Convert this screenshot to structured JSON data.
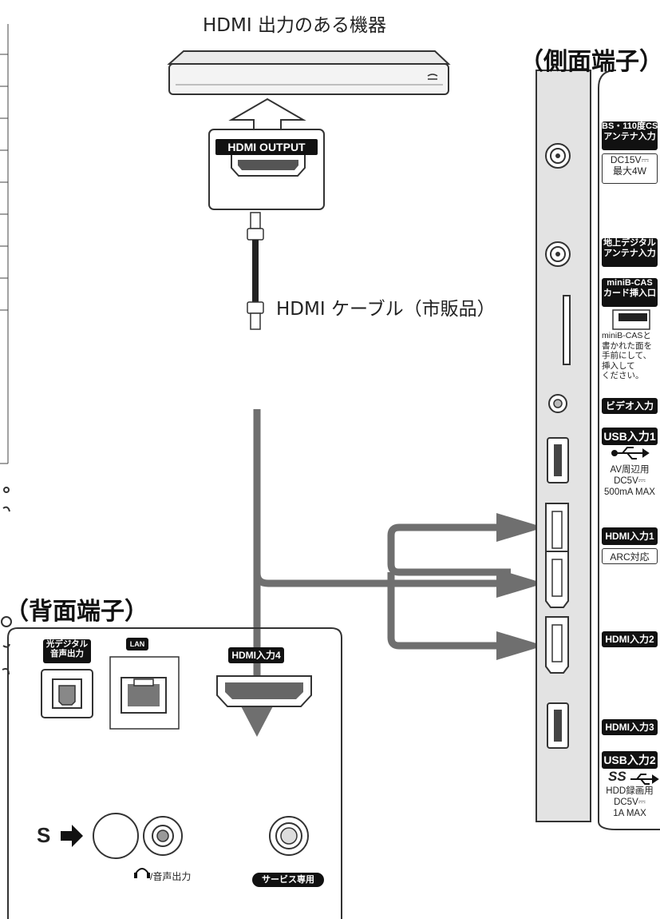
{
  "device_title": "HDMI 出力のある機器",
  "hdmi_output_label": "HDMI OUTPUT",
  "cable_label": "HDMI ケーブル（市販品）",
  "side_title": "（側面端子）",
  "back_title": "（背面端子）",
  "side_labels": {
    "bs_cs": "BS・110度CS\nアンテナ入力",
    "bs_cs_note": "DC15V⎓\n最大4W",
    "terrestrial": "地上デジタル\nアンテナ入力",
    "mini_bcas": "miniB-CAS\nカード挿入口",
    "mini_bcas_note": "miniB-CASと\n書かれた面を\n手前にして、\n挿入して\nください。",
    "video_in": "ビデオ入力",
    "usb1": "USB入力1",
    "usb1_note": "AV周辺用\nDC5V⎓\n500mA MAX",
    "hdmi1": "HDMI入力1",
    "hdmi1_note": "ARC対応",
    "hdmi2": "HDMI入力2",
    "hdmi3": "HDMI入力3",
    "usb2": "USB入力2",
    "usb2_ss": "SS",
    "usb2_note": "HDD録画用\nDC5V⎓\n1A MAX"
  },
  "back_labels": {
    "optical": "光デジタル\n音声出力",
    "lan": "LAN",
    "hdmi4": "HDMI入力4",
    "s_mark": "S",
    "headphone": "/音声出力",
    "service": "サービス専用"
  }
}
